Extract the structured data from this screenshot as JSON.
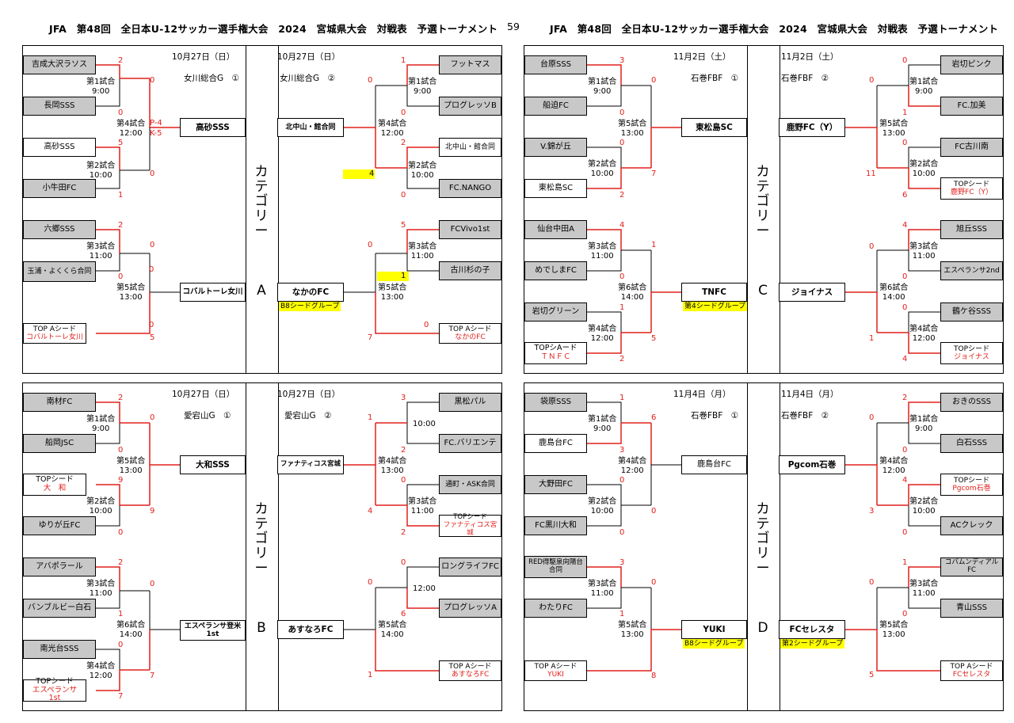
{
  "header_left": "JFA　第48回　全日本U-12サッカー選手権大会　2024　宮城県大会　対戦表　予選トーナメント",
  "page_number": "59",
  "header_right": "JFA　第48回　全日本U-12サッカー選手権大会　2024　宮城県大会　対戦表　予選トーナメント",
  "colors": {
    "winner_line": "#e0201b",
    "seed_text": "#e0201b",
    "team_box_grey": "#c8c8c8",
    "highlight": "#ffff00"
  },
  "categories": {
    "a": "カテゴリー　A",
    "b": "カテゴリー　B",
    "c": "カテゴリー　C",
    "d": "カテゴリー　D"
  },
  "qA": {
    "left": {
      "date": "10月27日（日）",
      "venue": "女川総合G　①",
      "teams": [
        "吉成大沢ラソス",
        "長岡SSS",
        "高砂SSS",
        "小牛田FC",
        "六郷SSS",
        "玉浦・よくくら合同"
      ],
      "seed_top": "TOP Aシード",
      "seed_name": "コバルトーレ女川",
      "matches": [
        "第1試合\n9:00",
        "第2試合\n10:00",
        "第4試合\n12:00",
        "第3試合\n11:00",
        "第5試合\n13:00"
      ],
      "scores": [
        "2",
        "0",
        "0",
        "5",
        "0",
        "1",
        "0",
        "0",
        "2",
        "0",
        "0",
        "5"
      ],
      "pk": [
        "P-4",
        "K-5"
      ],
      "winners": [
        "高砂SSS",
        "コバルトーレ女川"
      ]
    },
    "right": {
      "date": "10月27日（日）",
      "venue": "女川総合G　②",
      "teams": [
        "フットマス",
        "プログレッソB",
        "北中山・館合同",
        "FC.NANGO",
        "FCVivo1st",
        "古川杉の子"
      ],
      "seed_top": "TOP Aシード",
      "seed_name": "なかのFC",
      "matches": [
        "第1試合\n9:00",
        "第2試合\n10:00",
        "第4試合\n12:00",
        "第3試合\n11:00",
        "第5試合\n13:00"
      ],
      "scores": [
        "1",
        "0",
        "0",
        "2",
        "0",
        "5",
        "0",
        "0",
        "7"
      ],
      "yellow_vals": [
        "4",
        "1"
      ],
      "winners": [
        "北中山・館合同",
        "なかのFC"
      ],
      "group_label": "B8シードグループ"
    }
  },
  "qB": {
    "left": {
      "date": "10月27日（日）",
      "venue": "愛宕山G　①",
      "teams": [
        "南材FC",
        "船岡JSC",
        "ゆりが丘FC",
        "アバポラール",
        "バンブルビー白石",
        "南光台SSS"
      ],
      "seed1_top": "TOPシード",
      "seed1_name": "大　和",
      "seed2_top": "TOPシード",
      "seed2_name": "エスペランサ 1st",
      "matches": [
        "第1試合\n9:00",
        "第5試合\n13:00",
        "第2試合\n10:00",
        "第3試合\n11:00",
        "第6試合\n14:00",
        "第4試合\n12:00"
      ],
      "scores": [
        "2",
        "0",
        "0",
        "9",
        "0",
        "9",
        "2",
        "1",
        "0",
        "0",
        "7",
        "7"
      ],
      "winners": [
        "大和SSS",
        "エスペランサ登米\n1st"
      ]
    },
    "right": {
      "date": "10月27日（日）",
      "venue": "愛宕山G　②",
      "teams": [
        "黒松パル",
        "FC.バリエンテ",
        "通町・ASK合同",
        "ロングライフFC",
        "プログレッソA"
      ],
      "seed1_top": "TOPシード",
      "seed1_name": "ファナティコス宮城",
      "seed2_top": "TOP Aシード",
      "seed2_name": "あすなろFC",
      "matches": [
        "10:00",
        "第4試合\n13:00",
        "第3試合\n11:00",
        "12:00",
        "第5試合\n14:00"
      ],
      "scores": [
        "3",
        "2",
        "1",
        "0",
        "2",
        "4",
        "0",
        "6",
        "0",
        "1"
      ],
      "winners": [
        "ファナティコス宮城",
        "あすなろFC"
      ]
    }
  },
  "qC": {
    "left": {
      "date": "11月2日（土）",
      "venue": "石巻FBF　①",
      "teams": [
        "台原SSS",
        "船迫FC",
        "V.錦が丘",
        "東松島SC",
        "仙台中田A",
        "めでしまFC",
        "岩切グリーン"
      ],
      "seed_top": "TOPシAード",
      "seed_name": "ＴＮＦＣ",
      "matches": [
        "第1試合\n9:00",
        "第2試合\n10:00",
        "第5試合\n13:00",
        "第3試合\n11:00",
        "第6試合\n14:00",
        "第4試合\n12:00"
      ],
      "scores": [
        "3",
        "0",
        "0",
        "0",
        "2",
        "7",
        "4",
        "0",
        "1",
        "1",
        "2",
        "5"
      ],
      "winners": [
        "東松島SC",
        "TNFC"
      ],
      "group_label": "第4シードグループ"
    },
    "right": {
      "date": "11月2日（土）",
      "venue": "石巻FBF　②",
      "teams": [
        "岩切ピンク",
        "FC.加美",
        "FC古川南",
        "旭丘SSS",
        "エスペランサ2nd",
        "鶴ケ谷SSS"
      ],
      "seed1_top": "TOPシード",
      "seed1_name": "鹿野FC（Y）",
      "seed2_top": "TOPシード",
      "seed2_name": "ジョイナス",
      "matches": [
        "第1試合\n9:00",
        "第5試合\n13:00",
        "第2試合\n10:00",
        "第3試合\n11:00",
        "第6試合\n14:00",
        "第4試合\n12:00"
      ],
      "scores": [
        "0",
        "1",
        "0",
        "0",
        "11",
        "6",
        "4",
        "0",
        "0",
        "0",
        "1",
        "4"
      ],
      "winners": [
        "鹿野FC（Y）",
        "ジョイナス"
      ]
    }
  },
  "qD": {
    "left": {
      "date": "11月4日（月）",
      "venue": "石巻FBF　①",
      "teams": [
        "袋原SSS",
        "鹿島台FC",
        "大野田FC",
        "FC黒川大和",
        "RED得駆泉向陽台 合同",
        "わたりFC"
      ],
      "seed_top": "TOP Aシード",
      "seed_name": "YUKI",
      "matches": [
        "第1試合\n9:00",
        "第4試合\n12:00",
        "第2試合\n10:00",
        "第3試合\n11:00",
        "第5試合\n13:00"
      ],
      "scores": [
        "1",
        "3",
        "6",
        "0",
        "0",
        "0",
        "3",
        "0",
        "1",
        "8"
      ],
      "winners": [
        "鹿島台FC",
        "YUKI"
      ],
      "group_label": "B8シードグループ"
    },
    "right": {
      "date": "11月4日（月）",
      "venue": "石巻FBF　②",
      "teams": [
        "おきのSSS",
        "白石SSS",
        "ACクレック",
        "コバムンディアルFC",
        "青山SSS"
      ],
      "seed1_top": "TOPシード",
      "seed1_name": "Pgcom石巻",
      "seed2_top": "TOP Aシード",
      "seed2_name": "FCセレスタ",
      "matches": [
        "第1試合\n9:00",
        "第4試合\n12:00",
        "第2試合\n10:00",
        "第3試合\n11:00",
        "第5試合\n13:00"
      ],
      "scores": [
        "2",
        "0",
        "0",
        "4",
        "3",
        "0",
        "1",
        "0",
        "0",
        "5"
      ],
      "winners": [
        "Pgcom石巻",
        "FCセレスタ"
      ],
      "group_label": "第2シードグループ"
    }
  }
}
